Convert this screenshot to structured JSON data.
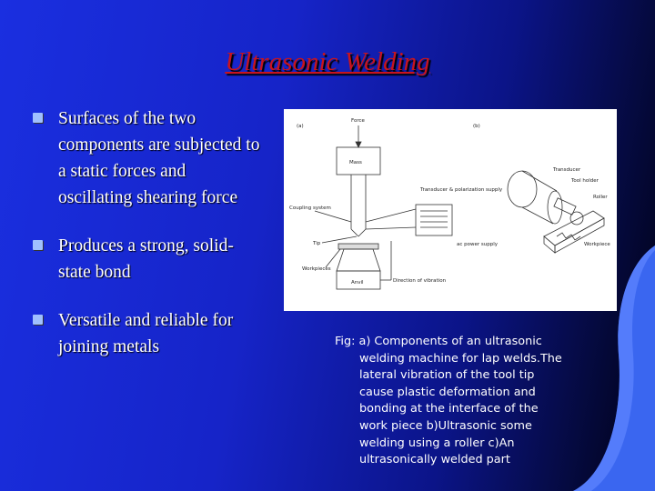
{
  "slide": {
    "title": "Ultrasonic Welding",
    "bullets": [
      "Surfaces of the two components are subjected to  a static forces and oscillating shearing force",
      "Produces a strong, solid-state bond",
      "Versatile and reliable for joining metals"
    ],
    "figure": {
      "label_a": "(a)",
      "label_b": "(b)",
      "force": "Force",
      "mass": "Mass",
      "transducer_power": "Transducer & polarization supply",
      "coupling_system": "Coupling system",
      "tip": "Tip",
      "workpieces": "Workpieces",
      "anvil": "Anvil",
      "direction_of_vibration": "Direction of vibration",
      "ac_power_supply": "ac power supply",
      "transducer": "Transducer",
      "tool_holder": "Tool holder",
      "roller": "Roller",
      "workpiece": "Workpiece"
    },
    "caption_lines": [
      "Fig: a) Components of an ultrasonic",
      "welding machine for lap welds.The",
      "lateral vibration of the tool tip",
      "cause plastic deformation and",
      "bonding at the interface of the",
      "work piece b)Ultrasonic some",
      "welding using a roller c)An",
      "ultrasonically welded part"
    ]
  },
  "colors": {
    "title": "#c8141e",
    "background_left": "#1a2fe0",
    "background_right": "#000010",
    "bullet": "#9fc0ff",
    "swoosh": "#3a66f0"
  }
}
